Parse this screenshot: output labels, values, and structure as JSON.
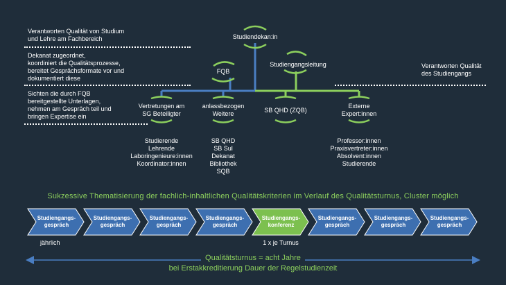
{
  "left_notes": [
    "Verantworten Qualität von Studium\nund Lehre am Fachbereich",
    "Dekanat zugeordnet,\nkoordiniert die Qualitätsprozesse,\nbereitet Gesprächsformate vor und\ndokumentiert diese",
    "Sichten die durch FQB\nbereitgestellte Unterlagen,\nnehmen am Gespräch teil und\nbringen Expertise ein"
  ],
  "right_note": "Verantworten Qualität\ndes Studiengangs",
  "nodes": {
    "studiendekan": "Studiendekan:in",
    "fqb": "FQB",
    "studiengangsleitung": "Studiengangsleitung",
    "vertretungen": "Vertretungen am\nSG Beteiligter",
    "anlassbezogen": "anlassbezogen\nWeitere",
    "sb_qhd": "SB QHD (ZQB)",
    "externe": "Externe\nExpert:innen"
  },
  "lists": {
    "vertretungen": "Studierende\nLehrende\nLaboringenieure:innen\nKoordinator:innen",
    "anlassbezogen": "SB QHD\nSB Sul\nDekanat\nBibliothek\nSQB",
    "externe": "Professor:innen\nPraxisvertreter:innen\nAbsolvent:innen\nStudierende"
  },
  "sukzessive": "Sukzessive Thematisierung der fachlich-inhaltlichen Qualitätskriterien im Verlauf des Qualitätsturnus, Cluster möglich",
  "chevrons": [
    {
      "label": "Studiengangs-\ngespräch",
      "highlight": false
    },
    {
      "label": "Studiengangs-\ngespräch",
      "highlight": false
    },
    {
      "label": "Studiengangs-\ngespräch",
      "highlight": false
    },
    {
      "label": "Studiengangs-\ngespräch",
      "highlight": false
    },
    {
      "label": "Studiengangs-\nkonferenz",
      "highlight": true
    },
    {
      "label": "Studiengangs-\ngespräch",
      "highlight": false
    },
    {
      "label": "Studiengangs-\ngespräch",
      "highlight": false
    },
    {
      "label": "Studiengangs-\ngespräch",
      "highlight": false
    }
  ],
  "jaehrlich": "jährlich",
  "turnus": "1 x je Turnus",
  "qualitaetsturnus": "Qualitätsturnus = acht Jahre",
  "erstakkreditierung": "bei Erstakkreditierung Dauer der Regelstudienzeit",
  "colors": {
    "background": "#1f2d3a",
    "blue": "#4a7ec2",
    "green": "#8ccf5d",
    "chevron_blue": "#3d6fb0",
    "chevron_green": "#7cc04f"
  }
}
